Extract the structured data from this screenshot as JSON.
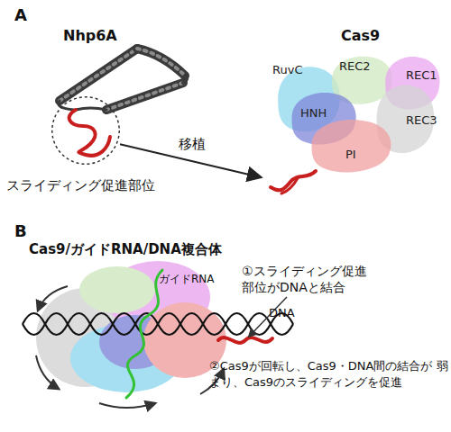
{
  "diagram": {
    "nodes": [
      {
        "text": [
          "Nhp6A"
        ]
      },
      {
        "text": [
          "スライディング促進部位"
        ],
        "in": 0
      },
      {
        "text": [
          "Cas9"
        ]
      },
      {
        "text": [
          "RuvC"
        ],
        "in": 2
      },
      {
        "text": [
          "REC2"
        ],
        "in": 2
      },
      {
        "text": [
          "REC1"
        ],
        "in": 2
      },
      {
        "text": [
          "HNH"
        ],
        "in": 2
      },
      {
        "text": [
          "REC3"
        ],
        "in": 2
      },
      {
        "text": [
          "PI"
        ],
        "in": 2
      }
    ],
    "edges": [
      {
        "from": 1,
        "to": 2,
        "arrow": "to",
        "label": "移植"
      }
    ],
    "labels": [
      "A",
      "B",
      "Cas9/ガイドRNA/DNA複合体",
      "ガイドRNA",
      "DNA",
      "①スライディング促進 部位がDNAと結合",
      "②Cas9が回転し、Cas9・DNA間の結合が 弱まり、Cas9のスライディングを促進"
    ]
  }
}
